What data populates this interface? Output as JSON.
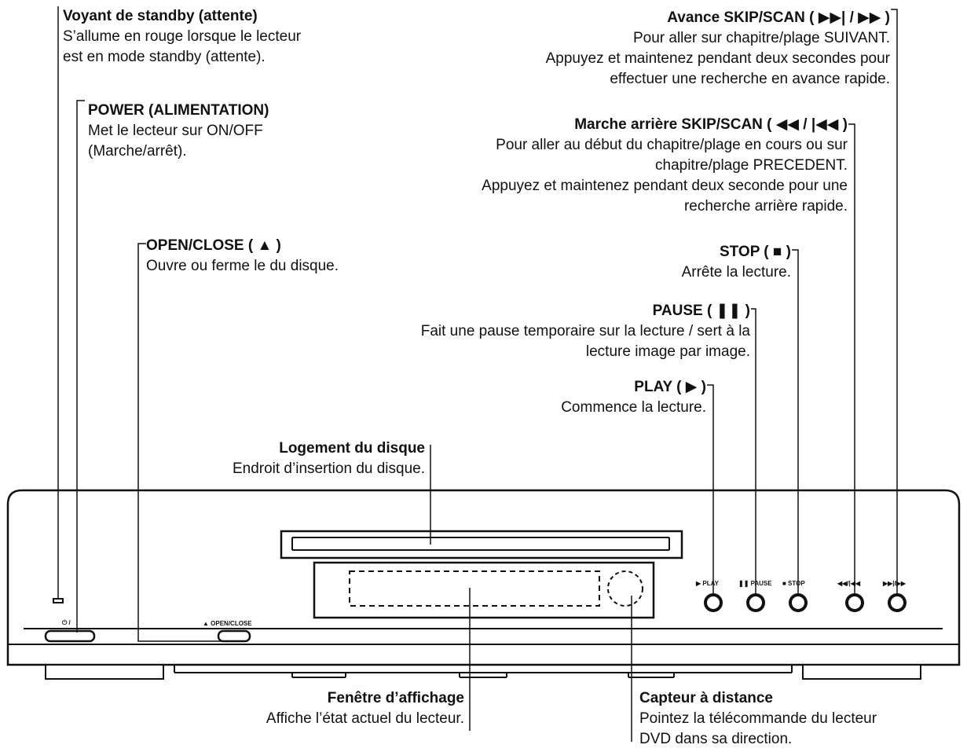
{
  "callouts": {
    "standby": {
      "title": "Voyant de standby (attente)",
      "desc": [
        "S’allume en rouge lorsque le lecteur",
        "est en mode standby (attente)."
      ]
    },
    "power": {
      "title": "POWER (ALIMENTATION)",
      "desc": [
        "Met le lecteur sur ON/OFF",
        "(Marche/arrêt)."
      ]
    },
    "open_close": {
      "title": "OPEN/CLOSE ( ▲ )",
      "desc": [
        "Ouvre ou ferme le du disque."
      ]
    },
    "forward": {
      "title": "Avance SKIP/SCAN ( ▶▶| / ▶▶ )",
      "desc": [
        "Pour aller sur chapitre/plage SUIVANT.",
        "Appuyez et maintenez pendant deux secondes pour",
        "effectuer une recherche en avance rapide."
      ]
    },
    "reverse": {
      "title": "Marche arrière SKIP/SCAN ( ◀◀ / |◀◀ )",
      "desc": [
        "Pour aller au début du chapitre/plage en cours ou sur",
        "chapitre/plage PRECEDENT.",
        "Appuyez et maintenez pendant deux seconde pour une",
        "recherche arrière rapide."
      ]
    },
    "stop": {
      "title": "STOP ( ■ )",
      "desc": [
        "Arrête la lecture."
      ]
    },
    "pause": {
      "title": "PAUSE ( ❚❚ )",
      "desc": [
        "Fait une pause temporaire sur la lecture / sert à la",
        "lecture image par image."
      ]
    },
    "play": {
      "title": "PLAY ( ▶ )",
      "desc": [
        "Commence la lecture."
      ]
    },
    "disc_tray": {
      "title": "Logement du disque",
      "desc": [
        "Endroit d’insertion du disque."
      ]
    },
    "display": {
      "title": "Fenêtre d’affichage",
      "desc": [
        "Affiche l’état actuel du lecteur."
      ]
    },
    "remote_sensor": {
      "title": "Capteur à distance",
      "desc": [
        "Pointez la télécommande du lecteur",
        "DVD dans sa direction."
      ]
    }
  },
  "panel_labels": {
    "power_symbol": "⏻ /",
    "open_close": "▲ OPEN/CLOSE",
    "play": "▶ PLAY",
    "pause": "❚❚ PAUSE",
    "stop": "■ STOP",
    "reverse": "◀◀/|◀◀",
    "forward": "▶▶|/▶▶"
  }
}
